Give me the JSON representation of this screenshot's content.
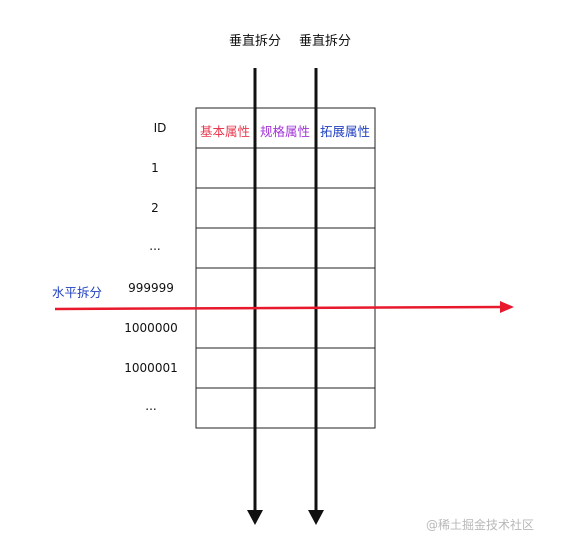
{
  "vertical_split_labels": [
    "垂直拆分",
    "垂直拆分"
  ],
  "columns": [
    {
      "label": "基本属性",
      "color": "#e8384f"
    },
    {
      "label": "规格属性",
      "color": "#a335d6"
    },
    {
      "label": "拓展属性",
      "color": "#1f3fbf"
    }
  ],
  "id_header": "ID",
  "row_ids": [
    "1",
    "2",
    "...",
    "999999",
    "1000000",
    "1000001",
    "..."
  ],
  "horizontal_split": {
    "label": "水平拆分",
    "color": "#1f3fbf",
    "arrow_color": "#e8192c"
  },
  "watermark": "@稀土掘金技术社区"
}
